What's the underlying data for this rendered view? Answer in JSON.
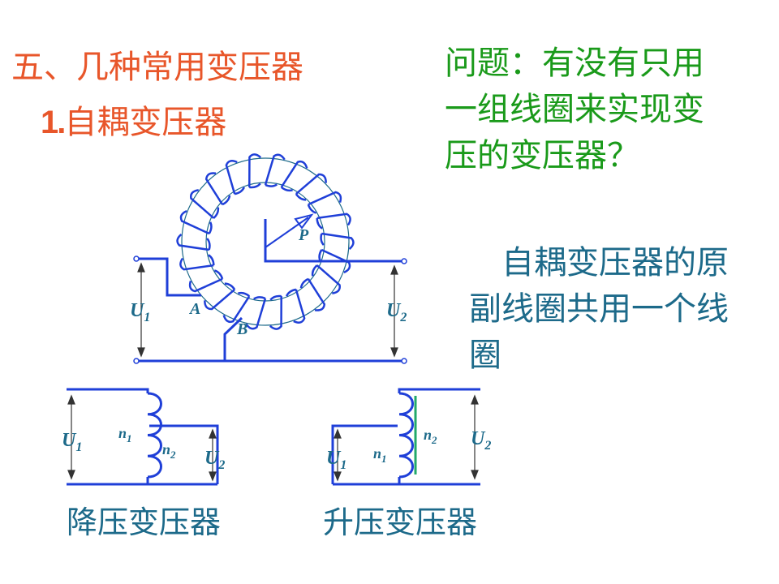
{
  "title": "五、几种常用变压器",
  "subtitle": {
    "number": "1.",
    "text": "自耦变压器"
  },
  "question": "问题：有没有只用一组线圈来实现变压的变压器？",
  "answer": "自耦变压器的原副线圈共用一个线圈",
  "colors": {
    "title": "#e8562a",
    "question": "#1a9a1a",
    "answer": "#1d6a8a",
    "wire": "#1f3fd8",
    "coil": "#1f3fd8",
    "core": "#1d6a8a"
  },
  "autotransformer": {
    "labels": {
      "p": "P",
      "a": "A",
      "b": "B",
      "u1": "U",
      "u1_sub": "1",
      "u2": "U",
      "u2_sub": "2"
    }
  },
  "step_down": {
    "caption": "降压变压器",
    "labels": {
      "u1": "U",
      "u1_sub": "1",
      "u2": "U",
      "u2_sub": "2",
      "n1": "n",
      "n1_sub": "1",
      "n2": "n",
      "n2_sub": "2"
    }
  },
  "step_up": {
    "caption": "升压变压器",
    "labels": {
      "u1": "U",
      "u1_sub": "1",
      "u2": "U",
      "u2_sub": "2",
      "n1": "n",
      "n1_sub": "1",
      "n2": "n",
      "n2_sub": "2"
    }
  }
}
